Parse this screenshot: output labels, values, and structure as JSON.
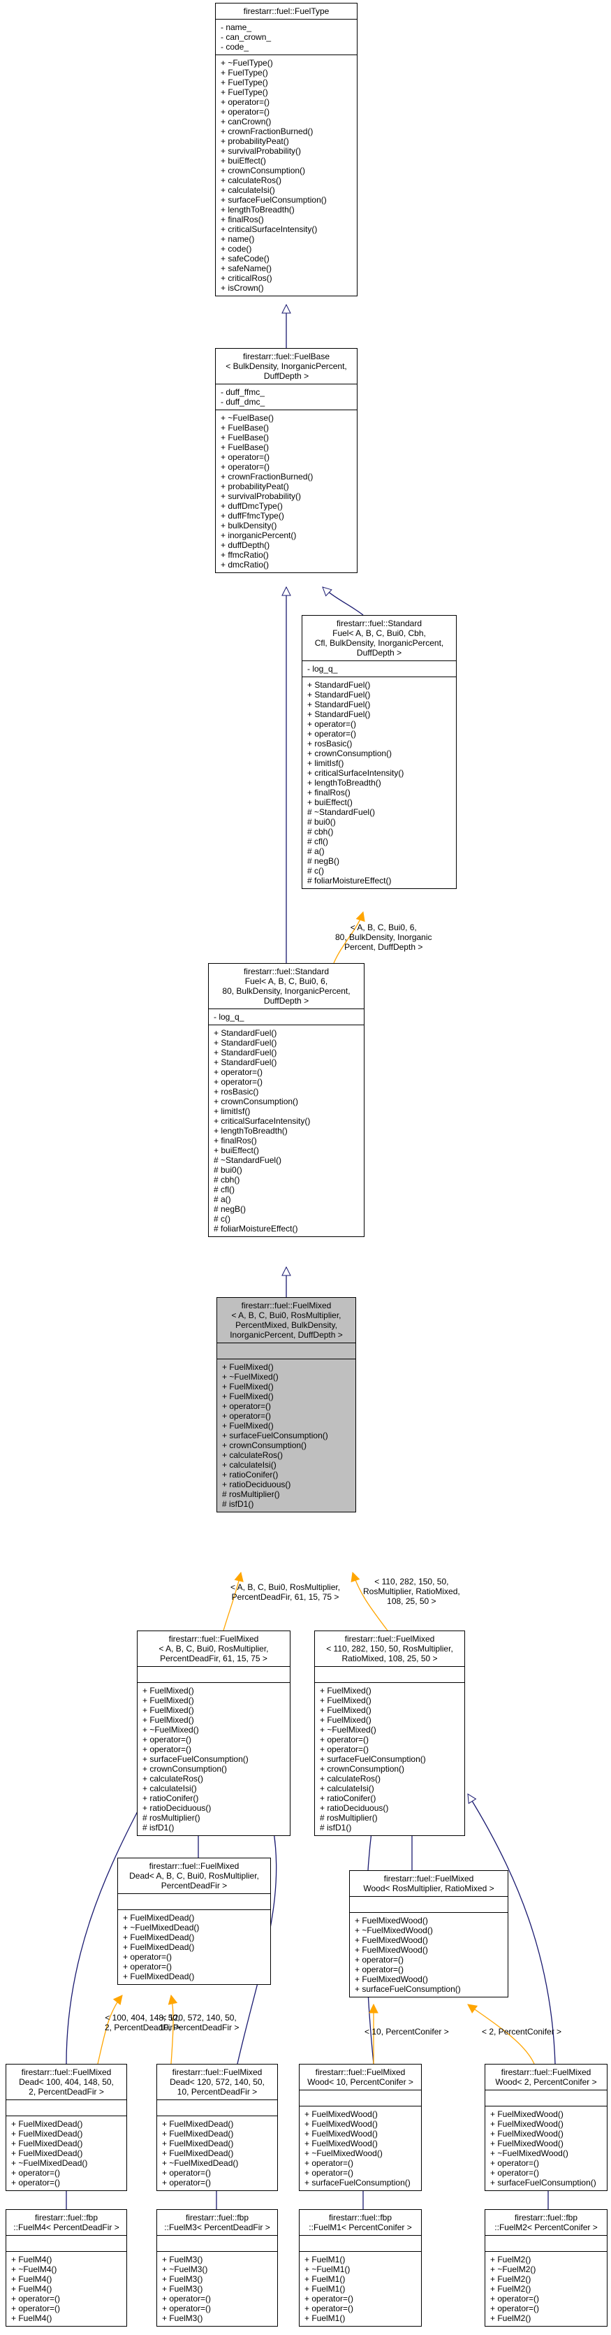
{
  "colors": {
    "inheritance": "#191970",
    "template": "#ffa500",
    "highlight": "#bfbfbf"
  },
  "classes": {
    "fueltype": {
      "title": [
        "firestarr::fuel::FuelType"
      ],
      "attrs": [
        "- name_",
        "- can_crown_",
        "- code_"
      ],
      "methods": [
        "+ ~FuelType()",
        "+ FuelType()",
        "+ FuelType()",
        "+ FuelType()",
        "+ operator=()",
        "+ operator=()",
        "+ canCrown()",
        "+ crownFractionBurned()",
        "+ probabilityPeat()",
        "+ survivalProbability()",
        "+ buiEffect()",
        "+ crownConsumption()",
        "+ calculateRos()",
        "+ calculateIsi()",
        "+ surfaceFuelConsumption()",
        "+ lengthToBreadth()",
        "+ finalRos()",
        "+ criticalSurfaceIntensity()",
        "+ name()",
        "+ code()",
        "+ safeCode()",
        "+ safeName()",
        "+ criticalRos()",
        "+ isCrown()"
      ]
    },
    "fuelbase": {
      "title": [
        "firestarr::fuel::FuelBase",
        "< BulkDensity, InorganicPercent,",
        "DuffDepth >"
      ],
      "attrs": [
        "- duff_ffmc_",
        "- duff_dmc_"
      ],
      "methods": [
        "+ ~FuelBase()",
        "+ FuelBase()",
        "+ FuelBase()",
        "+ FuelBase()",
        "+ operator=()",
        "+ operator=()",
        "+ crownFractionBurned()",
        "+ probabilityPeat()",
        "+ survivalProbability()",
        "+ duffDmcType()",
        "+ duffFfmcType()",
        "+ bulkDensity()",
        "+ inorganicPercent()",
        "+ duffDepth()",
        "+ ffmcRatio()",
        "+ dmcRatio()"
      ]
    },
    "stdtpl": {
      "title": [
        "firestarr::fuel::Standard",
        "Fuel< A, B, C, Bui0, Cbh,",
        "Cfl, BulkDensity, InorganicPercent,",
        "DuffDepth >"
      ],
      "attrs": [
        "- log_q_"
      ],
      "methods": [
        "+ StandardFuel()",
        "+ StandardFuel()",
        "+ StandardFuel()",
        "+ StandardFuel()",
        "+ operator=()",
        "+ operator=()",
        "+ rosBasic()",
        "+ crownConsumption()",
        "+ limitIsf()",
        "+ criticalSurfaceIntensity()",
        "+ lengthToBreadth()",
        "+ finalRos()",
        "+ buiEffect()",
        "# ~StandardFuel()",
        "# bui0()",
        "# cbh()",
        "# cfl()",
        "# a()",
        "# negB()",
        "# c()",
        "# foliarMoistureEffect()"
      ]
    },
    "stdinst": {
      "title": [
        "firestarr::fuel::Standard",
        "Fuel< A, B, C, Bui0, 6,",
        "80, BulkDensity, InorganicPercent,",
        "DuffDepth >"
      ],
      "attrs": [
        "- log_q_"
      ],
      "methods": [
        "+ StandardFuel()",
        "+ StandardFuel()",
        "+ StandardFuel()",
        "+ StandardFuel()",
        "+ operator=()",
        "+ operator=()",
        "+ rosBasic()",
        "+ crownConsumption()",
        "+ limitIsf()",
        "+ criticalSurfaceIntensity()",
        "+ lengthToBreadth()",
        "+ finalRos()",
        "+ buiEffect()",
        "# ~StandardFuel()",
        "# bui0()",
        "# cbh()",
        "# cfl()",
        "# a()",
        "# negB()",
        "# c()",
        "# foliarMoistureEffect()"
      ]
    },
    "fuelmixed": {
      "title": [
        "firestarr::fuel::FuelMixed",
        "< A, B, C, Bui0, RosMultiplier,",
        "PercentMixed, BulkDensity,",
        "InorganicPercent, DuffDepth >"
      ],
      "attrs": [],
      "methods": [
        "+ FuelMixed()",
        "+ ~FuelMixed()",
        "+ FuelMixed()",
        "+ FuelMixed()",
        "+ operator=()",
        "+ operator=()",
        "+ FuelMixed()",
        "+ surfaceFuelConsumption()",
        "+ crownConsumption()",
        "+ calculateRos()",
        "+ calculateIsi()",
        "+ ratioConifer()",
        "+ ratioDeciduous()",
        "# rosMultiplier()",
        "# isfD1()"
      ]
    },
    "mixedleft": {
      "title": [
        "firestarr::fuel::FuelMixed",
        "< A, B, C, Bui0, RosMultiplier,",
        "PercentDeadFir, 61, 15, 75 >"
      ],
      "attrs": [],
      "methods": [
        "+ FuelMixed()",
        "+ FuelMixed()",
        "+ FuelMixed()",
        "+ FuelMixed()",
        "+ ~FuelMixed()",
        "+ operator=()",
        "+ operator=()",
        "+ surfaceFuelConsumption()",
        "+ crownConsumption()",
        "+ calculateRos()",
        "+ calculateIsi()",
        "+ ratioConifer()",
        "+ ratioDeciduous()",
        "# rosMultiplier()",
        "# isfD1()"
      ]
    },
    "mixedright": {
      "title": [
        "firestarr::fuel::FuelMixed",
        "< 110, 282, 150, 50, RosMultiplier,",
        "RatioMixed, 108, 25, 50 >"
      ],
      "attrs": [],
      "methods": [
        "+ FuelMixed()",
        "+ FuelMixed()",
        "+ FuelMixed()",
        "+ FuelMixed()",
        "+ ~FuelMixed()",
        "+ operator=()",
        "+ operator=()",
        "+ surfaceFuelConsumption()",
        "+ crownConsumption()",
        "+ calculateRos()",
        "+ calculateIsi()",
        "+ ratioConifer()",
        "+ ratioDeciduous()",
        "# rosMultiplier()",
        "# isfD1()"
      ]
    },
    "deadtpl": {
      "title": [
        "firestarr::fuel::FuelMixed",
        "Dead< A, B, C, Bui0, RosMultiplier,",
        "PercentDeadFir >"
      ],
      "attrs": [],
      "methods": [
        "+ FuelMixedDead()",
        "+ ~FuelMixedDead()",
        "+ FuelMixedDead()",
        "+ FuelMixedDead()",
        "+ operator=()",
        "+ operator=()",
        "+ FuelMixedDead()"
      ]
    },
    "woodtpl": {
      "title": [
        "firestarr::fuel::FuelMixed",
        "Wood< RosMultiplier, RatioMixed >"
      ],
      "attrs": [],
      "methods": [
        "+ FuelMixedWood()",
        "+ ~FuelMixedWood()",
        "+ FuelMixedWood()",
        "+ FuelMixedWood()",
        "+ operator=()",
        "+ operator=()",
        "+ FuelMixedWood()",
        "+ surfaceFuelConsumption()"
      ]
    },
    "dead1": {
      "title": [
        "firestarr::fuel::FuelMixed",
        "Dead< 100, 404, 148, 50,",
        "2, PercentDeadFir >"
      ],
      "attrs": [],
      "methods": [
        "+ FuelMixedDead()",
        "+ FuelMixedDead()",
        "+ FuelMixedDead()",
        "+ FuelMixedDead()",
        "+ ~FuelMixedDead()",
        "+ operator=()",
        "+ operator=()"
      ]
    },
    "dead2": {
      "title": [
        "firestarr::fuel::FuelMixed",
        "Dead< 120, 572, 140, 50,",
        "10, PercentDeadFir >"
      ],
      "attrs": [],
      "methods": [
        "+ FuelMixedDead()",
        "+ FuelMixedDead()",
        "+ FuelMixedDead()",
        "+ FuelMixedDead()",
        "+ ~FuelMixedDead()",
        "+ operator=()",
        "+ operator=()"
      ]
    },
    "wood1": {
      "title": [
        "firestarr::fuel::FuelMixed",
        "Wood< 10, PercentConifer >"
      ],
      "attrs": [],
      "methods": [
        "+ FuelMixedWood()",
        "+ FuelMixedWood()",
        "+ FuelMixedWood()",
        "+ FuelMixedWood()",
        "+ ~FuelMixedWood()",
        "+ operator=()",
        "+ operator=()",
        "+ surfaceFuelConsumption()"
      ]
    },
    "wood2": {
      "title": [
        "firestarr::fuel::FuelMixed",
        "Wood< 2, PercentConifer >"
      ],
      "attrs": [],
      "methods": [
        "+ FuelMixedWood()",
        "+ FuelMixedWood()",
        "+ FuelMixedWood()",
        "+ FuelMixedWood()",
        "+ ~FuelMixedWood()",
        "+ operator=()",
        "+ operator=()",
        "+ surfaceFuelConsumption()"
      ]
    },
    "m4": {
      "title": [
        "firestarr::fuel::fbp",
        "::FuelM4< PercentDeadFir >"
      ],
      "attrs": [],
      "methods": [
        "+ FuelM4()",
        "+ ~FuelM4()",
        "+ FuelM4()",
        "+ FuelM4()",
        "+ operator=()",
        "+ operator=()",
        "+ FuelM4()"
      ]
    },
    "m3": {
      "title": [
        "firestarr::fuel::fbp",
        "::FuelM3< PercentDeadFir >"
      ],
      "attrs": [],
      "methods": [
        "+ FuelM3()",
        "+ ~FuelM3()",
        "+ FuelM3()",
        "+ FuelM3()",
        "+ operator=()",
        "+ operator=()",
        "+ FuelM3()"
      ]
    },
    "m1": {
      "title": [
        "firestarr::fuel::fbp",
        "::FuelM1< PercentConifer >"
      ],
      "attrs": [],
      "methods": [
        "+ FuelM1()",
        "+ ~FuelM1()",
        "+ FuelM1()",
        "+ FuelM1()",
        "+ operator=()",
        "+ operator=()",
        "+ FuelM1()"
      ]
    },
    "m2": {
      "title": [
        "firestarr::fuel::fbp",
        "::FuelM2< PercentConifer >"
      ],
      "attrs": [],
      "methods": [
        "+ FuelM2()",
        "+ ~FuelM2()",
        "+ FuelM2()",
        "+ FuelM2()",
        "+ operator=()",
        "+ operator=()",
        "+ FuelM2()"
      ]
    }
  },
  "edge_labels": {
    "std": [
      "< A, B, C, Bui0, 6,",
      "80, BulkDensity, Inorganic",
      "Percent, DuffDepth >"
    ],
    "left": [
      "< A, B, C, Bui0, RosMultiplier,",
      "PercentDeadFir, 61, 15, 75 >"
    ],
    "right": [
      "< 110, 282, 150, 50,",
      "RosMultiplier, RatioMixed,",
      "108, 25, 50 >"
    ],
    "dead1": [
      "< 100, 404, 148, 50,",
      "2, PercentDeadFir >"
    ],
    "dead2": [
      "< 120, 572, 140, 50,",
      "10, PercentDeadFir >"
    ],
    "wood1": [
      "< 10, PercentConifer >"
    ],
    "wood2": [
      "< 2, PercentConifer >"
    ]
  }
}
